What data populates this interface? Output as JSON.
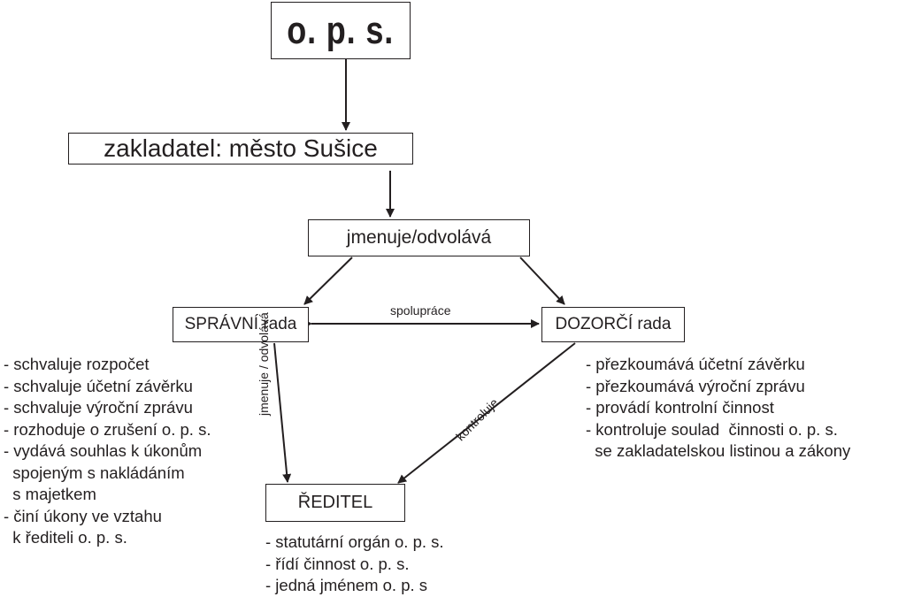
{
  "nodes": {
    "ops": "o. p. s.",
    "founder": "zakladatel: město Sušice",
    "appoints_dismisses": "jmenuje/odvolává",
    "administrative_board": "SPRÁVNÍ rada",
    "supervisory_board": "DOZORČÍ rada",
    "director": "ŘEDITEL"
  },
  "edge_labels": {
    "cooperation": "spolupráce",
    "appoints_dismisses_vertical": "jmenuje / odvolává",
    "controls": "kontroluje"
  },
  "administrative_board_duties": [
    "- schvaluje rozpočet",
    "- schvaluje účetní závěrku",
    "- schvaluje výroční zprávu",
    "- rozhoduje o zrušení o. p. s.",
    "- vydává souhlas k úkonům",
    "  spojeným s nakládáním",
    "  s majetkem",
    "- činí úkony ve vztahu",
    "  k řediteli o. p. s."
  ],
  "supervisory_board_duties": [
    "- přezkoumává účetní závěrku",
    "- přezkoumává výroční zprávu",
    "- provádí kontrolní činnost",
    "- kontroluje soulad  činnosti o. p. s.",
    "  se zakladatelskou listinou a zákony"
  ],
  "director_duties": [
    "- statutární orgán o. p. s.",
    "- řídí činnost o. p. s.",
    "- jedná jménem o. p. s"
  ]
}
